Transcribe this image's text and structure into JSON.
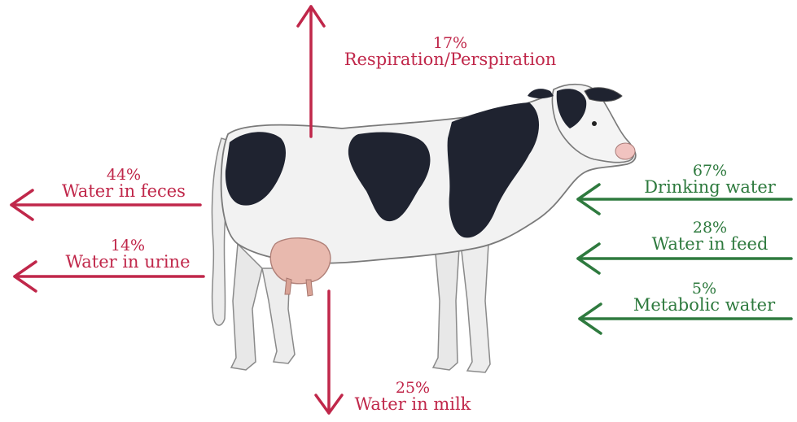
{
  "colors": {
    "outflow": "#c0274a",
    "inflow": "#2e7a3e",
    "cow_body": "#f2f2f2",
    "cow_spots": "#1f2330",
    "udder": "#e8b9ae"
  },
  "image": {
    "icon": "holstein-cow"
  },
  "outputs": [
    {
      "id": "respiration",
      "percent": "17%",
      "label": "Respiration/Perspiration",
      "direction": "up"
    },
    {
      "id": "feces",
      "percent": "44%",
      "label": "Water in feces",
      "direction": "left"
    },
    {
      "id": "urine",
      "percent": "14%",
      "label": "Water in urine",
      "direction": "left"
    },
    {
      "id": "milk",
      "percent": "25%",
      "label": "Water in milk",
      "direction": "down"
    }
  ],
  "inputs": [
    {
      "id": "drinking",
      "percent": "67%",
      "label": "Drinking water",
      "direction": "left"
    },
    {
      "id": "feed",
      "percent": "28%",
      "label": "Water in feed",
      "direction": "left"
    },
    {
      "id": "metabolic",
      "percent": "5%",
      "label": "Metabolic water",
      "direction": "left"
    }
  ]
}
